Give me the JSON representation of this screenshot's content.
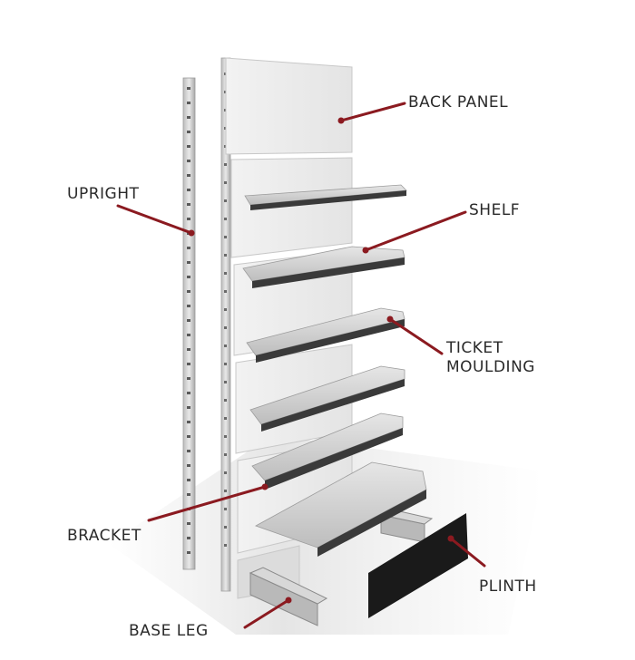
{
  "diagram": {
    "labels": {
      "back_panel": "BACK PANEL",
      "upright": "UPRIGHT",
      "shelf": "SHELF",
      "ticket_moulding_line1": "TICKET",
      "ticket_moulding_line2": "MOULDING",
      "bracket": "BRACKET",
      "plinth": "PLINTH",
      "base_leg": "BASE LEG"
    },
    "colors": {
      "leader_line": "#8b1a20",
      "label_text": "#2a2a2a",
      "panel": "#e8e8e8",
      "shelf_top": "#cfcfcf",
      "shelf_edge": "#3a3a3a",
      "plinth": "#1a1a1a"
    }
  }
}
